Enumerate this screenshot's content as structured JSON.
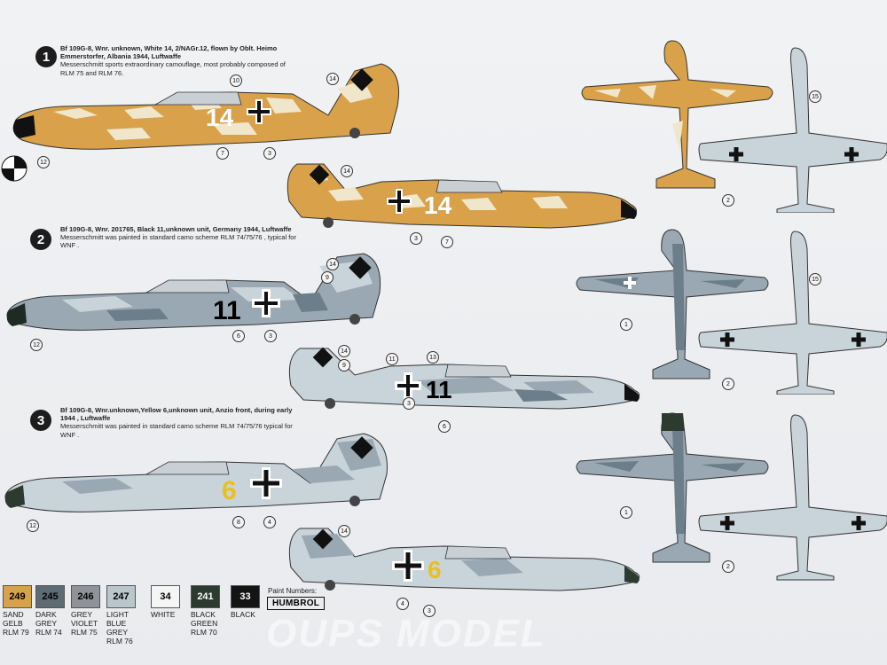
{
  "profiles": [
    {
      "number": "1",
      "title": "Bf 109G-8, Wnr. unknown, White 14,  2/NAGr.12, flown by Oblt. Heimo Emmerstorfer, Albania 1944, Luftwaffe",
      "body": "Messerschmitt sports extraordinary camouflage, most probably composed of RLM 75 and RLM 76.",
      "code": "14",
      "code_color": "#ffffff"
    },
    {
      "number": "2",
      "title": "Bf 109G-8, Wnr. 201765, Black 11,unknown unit, Germany 1944, Luftwaffe",
      "body": "Messerschmitt was painted in standard camo scheme RLM 74/75/76 , typical for WNF .",
      "code": "11",
      "code_color": "#151515"
    },
    {
      "number": "3",
      "title": "Bf 109G-8, Wnr.unknown,Yellow 6,unknown unit, Anzio front, during early 1944 , Luftwaffe",
      "body": "Messerschmitt was painted in standard camo scheme RLM 74/75/76 typical for WNF .",
      "code": "6",
      "code_color": "#e8c020"
    }
  ],
  "callouts": [
    "12",
    "7",
    "3",
    "10",
    "14",
    "13",
    "9",
    "6",
    "11",
    "8",
    "4",
    "1",
    "2",
    "15"
  ],
  "paints": [
    {
      "number": "249",
      "name": "SAND GELB RLM 79",
      "color": "#d7a24a",
      "text_color": "#111111"
    },
    {
      "number": "245",
      "name": "DARK GREY RLM 74",
      "color": "#5d6b73",
      "text_color": "#111111"
    },
    {
      "number": "246",
      "name": "GREY VIOLET RLM 75",
      "color": "#8f9299",
      "text_color": "#111111"
    },
    {
      "number": "247",
      "name": "LIGHT BLUE GREY RLM 76",
      "color": "#b9c6cc",
      "text_color": "#111111"
    },
    {
      "number": "34",
      "name": "WHITE",
      "color": "#f5f5f5",
      "text_color": "#111111"
    },
    {
      "number": "241",
      "name": "BLACK GREEN RLM 70",
      "color": "#2c3a30",
      "text_color": "#ffffff"
    },
    {
      "number": "33",
      "name": "BLACK",
      "color": "#141414",
      "text_color": "#ffffff"
    }
  ],
  "paint_heading": "Paint Numbers:",
  "paint_brand": "HUMBROL",
  "watermark": "OUPS MODEL",
  "colors": {
    "tan": "#d9a14a",
    "camo_light": "#e8e0c8",
    "grey_dark": "#6c7e8a",
    "grey_mid": "#9aa8b4",
    "grey_light": "#c9d3da",
    "black": "#151515"
  }
}
